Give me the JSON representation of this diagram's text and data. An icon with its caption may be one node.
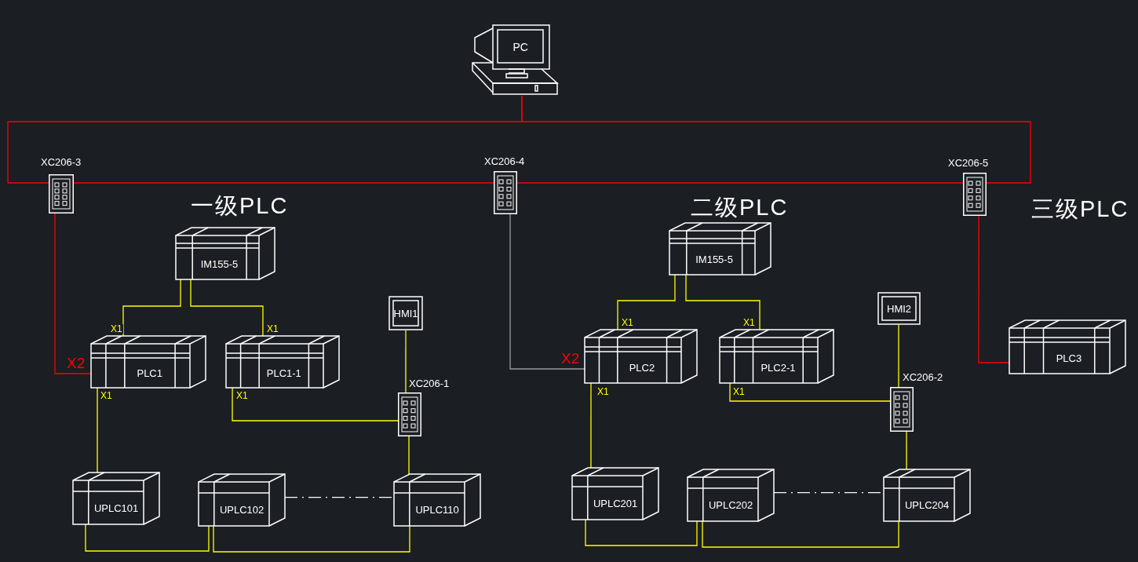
{
  "diagram": {
    "nodes": [
      {
        "text": [
          "PC"
        ]
      },
      {
        "text": [
          "XC206-3"
        ]
      },
      {
        "text": [
          "XC206-4"
        ]
      },
      {
        "text": [
          "XC206-5"
        ]
      },
      {
        "text": [
          "IM155-5"
        ]
      },
      {
        "text": [
          "PLC1"
        ]
      },
      {
        "text": [
          "PLC1-1"
        ]
      },
      {
        "text": [
          "HMI1"
        ]
      },
      {
        "text": [
          "XC206-1"
        ]
      },
      {
        "text": [
          "UPLC101"
        ]
      },
      {
        "text": [
          "UPLC102"
        ]
      },
      {
        "text": [
          "UPLC110"
        ]
      },
      {
        "text": [
          "IM155-5"
        ]
      },
      {
        "text": [
          "PLC2"
        ]
      },
      {
        "text": [
          "PLC2-1"
        ]
      },
      {
        "text": [
          "HMI2"
        ]
      },
      {
        "text": [
          "XC206-2"
        ]
      },
      {
        "text": [
          "UPLC201"
        ]
      },
      {
        "text": [
          "UPLC202"
        ]
      },
      {
        "text": [
          "UPLC204"
        ]
      },
      {
        "text": [
          "PLC3"
        ]
      }
    ],
    "edges": [
      {
        "from": 0,
        "to": 1,
        "arrow": "none",
        "color": "#ff0000"
      },
      {
        "from": 0,
        "to": 3,
        "arrow": "none",
        "color": "#ff0000"
      },
      {
        "from": 1,
        "to": 2,
        "arrow": "none",
        "color": "#ff0000"
      },
      {
        "from": 2,
        "to": 3,
        "arrow": "none",
        "color": "#ff0000"
      },
      {
        "from": 1,
        "to": 5,
        "arrow": "none",
        "label": "X2",
        "color": "#ff0000"
      },
      {
        "from": 2,
        "to": 13,
        "arrow": "none",
        "label": "X2",
        "color": "#9a9a9a"
      },
      {
        "from": 3,
        "to": 20,
        "arrow": "none",
        "color": "#ff0000"
      },
      {
        "from": 4,
        "to": 5,
        "arrow": "none",
        "label": "X1"
      },
      {
        "from": 4,
        "to": 6,
        "arrow": "none",
        "label": "X1"
      },
      {
        "from": 5,
        "to": 9,
        "arrow": "none",
        "label": "X1"
      },
      {
        "from": 6,
        "to": 8,
        "arrow": "none",
        "label": "X1"
      },
      {
        "from": 7,
        "to": 8,
        "arrow": "none"
      },
      {
        "from": 8,
        "to": 11,
        "arrow": "none"
      },
      {
        "from": 9,
        "to": 10,
        "arrow": "none"
      },
      {
        "from": 10,
        "to": 11,
        "arrow": "none"
      },
      {
        "from": 10,
        "to": 11,
        "arrow": "none",
        "style": "dashed",
        "color": "#ffffff"
      },
      {
        "from": 12,
        "to": 13,
        "arrow": "none",
        "label": "X1"
      },
      {
        "from": 12,
        "to": 14,
        "arrow": "none",
        "label": "X1"
      },
      {
        "from": 13,
        "to": 17,
        "arrow": "none",
        "label": "X1"
      },
      {
        "from": 14,
        "to": 16,
        "arrow": "none",
        "label": "X1"
      },
      {
        "from": 15,
        "to": 16,
        "arrow": "none"
      },
      {
        "from": 16,
        "to": 19,
        "arrow": "none"
      },
      {
        "from": 17,
        "to": 18,
        "arrow": "none"
      },
      {
        "from": 18,
        "to": 19,
        "arrow": "none"
      },
      {
        "from": 18,
        "to": 19,
        "arrow": "none",
        "style": "dashed",
        "color": "#ffffff"
      }
    ],
    "labels": [
      "一级PLC",
      "二级PLC",
      "三级PLC"
    ]
  }
}
